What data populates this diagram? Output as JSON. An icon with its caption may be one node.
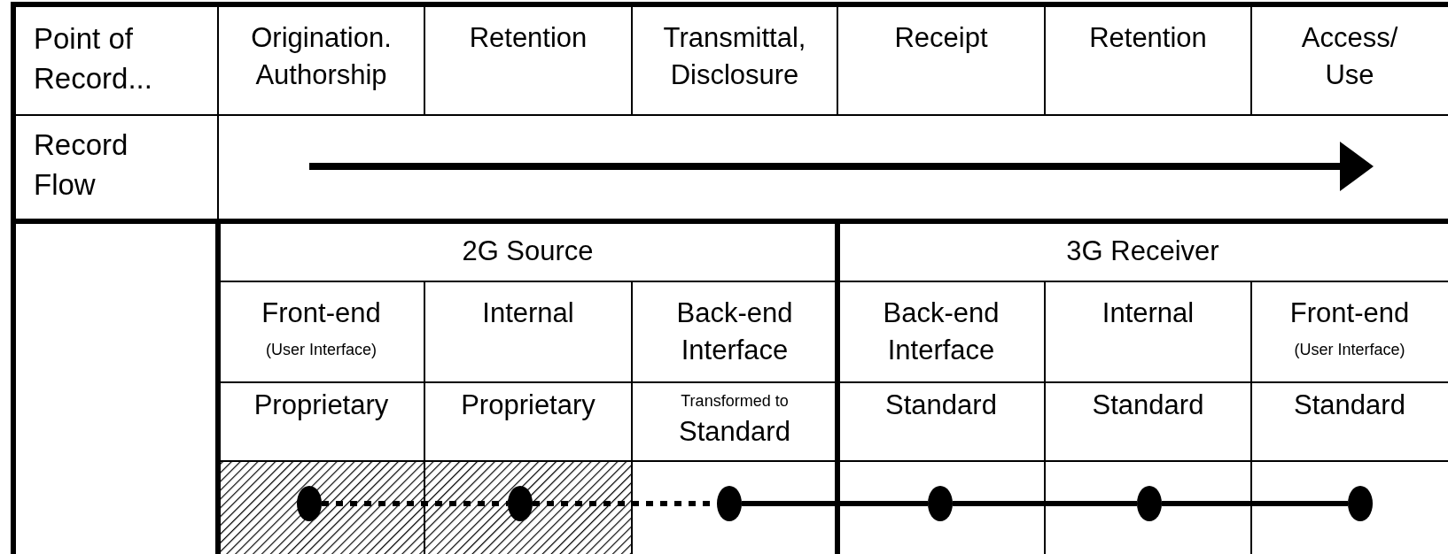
{
  "diagram": {
    "nodes": [
      {
        "text": [],
        "shape": "circle"
      },
      {
        "text": [],
        "shape": "circle"
      },
      {
        "text": [],
        "shape": "circle"
      },
      {
        "text": [],
        "shape": "circle"
      },
      {
        "text": [],
        "shape": "circle"
      },
      {
        "text": [],
        "shape": "circle"
      }
    ],
    "edges": [
      {
        "from": 0,
        "to": 1,
        "arrow": "none",
        "style": "dashed"
      },
      {
        "from": 1,
        "to": 2,
        "arrow": "none",
        "style": "dashed"
      },
      {
        "from": 2,
        "to": 3,
        "arrow": "none"
      },
      {
        "from": 3,
        "to": 4,
        "arrow": "none"
      },
      {
        "from": 4,
        "to": 5,
        "arrow": "none"
      }
    ],
    "labels": [
      "Point of Record...",
      "Origination. Authorship",
      "Retention",
      "Transmittal, Disclosure",
      "Receipt",
      "Retention",
      "Access/ Use",
      "Record Flow",
      "2G Source",
      "3G Receiver",
      "Front-end",
      "(User Interface)",
      "Internal",
      "Back-end Interface",
      "Back-end Interface",
      "Internal",
      "Front-end",
      "(User Interface)",
      "Proprietary",
      "Proprietary",
      "Transformed to",
      "Standard",
      "Standard",
      "Standard",
      "Standard"
    ]
  }
}
